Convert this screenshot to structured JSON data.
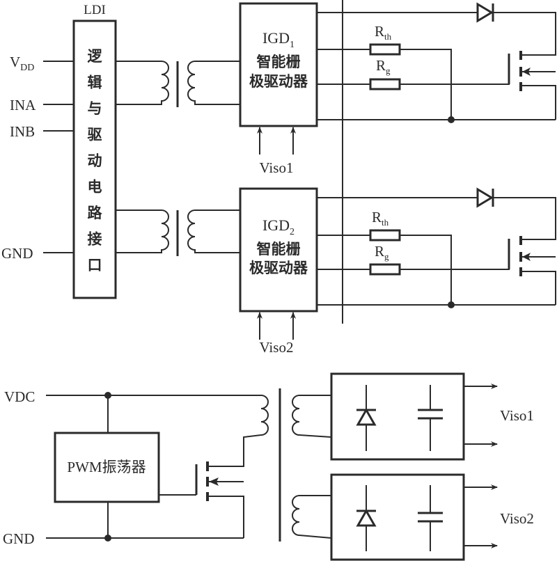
{
  "diagram": {
    "type": "circuit-schematic",
    "ldi": {
      "title": "LDI",
      "body_chars": [
        "逻",
        "辑",
        "与",
        "驱",
        "动",
        "电",
        "路",
        "接",
        "口"
      ],
      "body_text": "逻辑与驱动电路接口"
    },
    "inputs": {
      "vdd_main": "V",
      "vdd_sub": "DD",
      "ina": "INA",
      "inb": "INB",
      "gnd": "GND"
    },
    "igd1": {
      "name_main": "IGD",
      "name_sub": "1",
      "line1": "智能栅",
      "line2": "极驱动器",
      "supply": "Viso1",
      "r_th_main": "R",
      "r_th_sub": "th",
      "r_g_main": "R",
      "r_g_sub": "g"
    },
    "igd2": {
      "name_main": "IGD",
      "name_sub": "2",
      "line1": "智能栅",
      "line2": "极驱动器",
      "supply": "Viso2",
      "r_th_main": "R",
      "r_th_sub": "th",
      "r_g_main": "R",
      "r_g_sub": "g"
    },
    "power_supply": {
      "vdc": "VDC",
      "gnd": "GND",
      "pwm": "PWM振荡器",
      "out1": "Viso1",
      "out2": "Viso2"
    }
  }
}
